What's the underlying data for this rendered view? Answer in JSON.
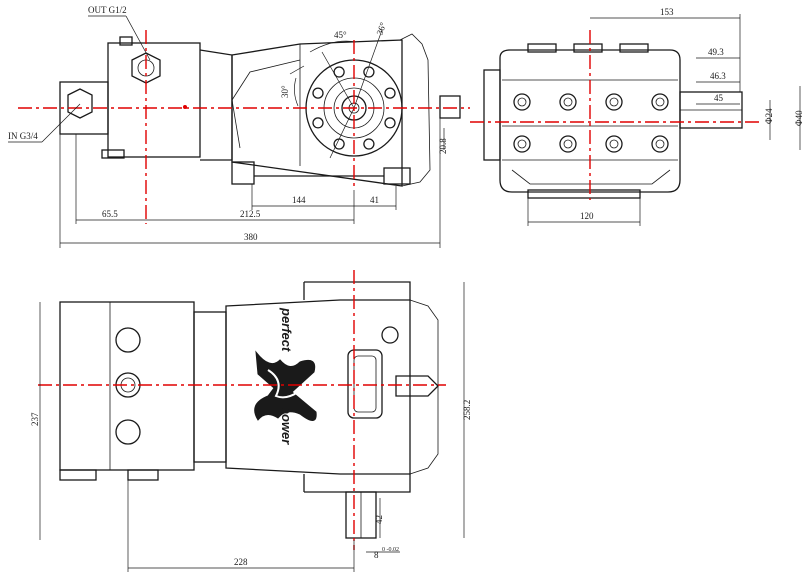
{
  "labels": {
    "outlet": "OUT G1/2",
    "inlet": "IN G3/4",
    "angle_45": "45°",
    "angle_30": "30°",
    "angle_36": "36°",
    "dim_20_8": "20.8"
  },
  "dims": {
    "front_380": "380",
    "front_65_5": "65.5",
    "front_212_5": "212.5",
    "front_144": "144",
    "front_41": "41",
    "side_153": "153",
    "side_49_3": "49.3",
    "side_46_3": "46.3",
    "side_45": "45",
    "side_120": "120",
    "side_phi40": "Φ40",
    "side_phi24": "Φ24",
    "top_237": "237",
    "top_258_2": "258.2",
    "top_228": "228",
    "top_42": "42",
    "top_8": "8",
    "top_8_tol": "0 -0.02"
  },
  "logo": {
    "word1": "perfect",
    "word2": "power"
  }
}
